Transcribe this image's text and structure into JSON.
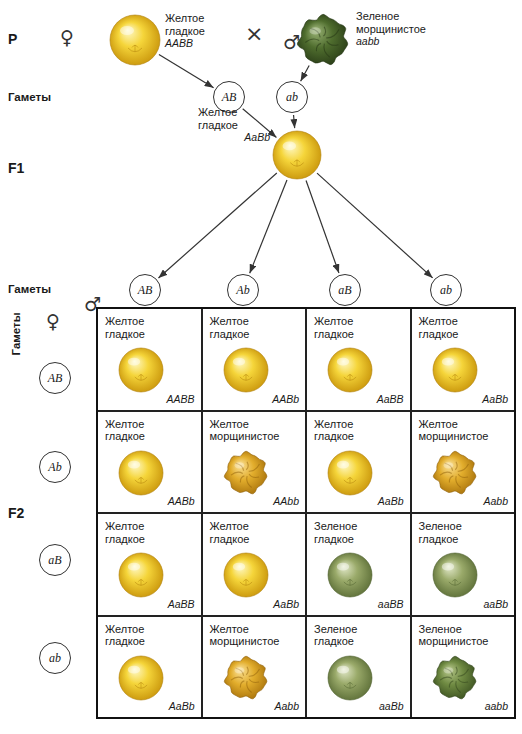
{
  "diagram": {
    "nodes": [
      {
        "text": [
          "Желтое гладкое",
          "AABB"
        ]
      },
      {
        "text": [
          "Зеленое морщинистое",
          "aabb"
        ]
      },
      {
        "text": [
          "AB"
        ]
      },
      {
        "text": [
          "ab"
        ]
      },
      {
        "text": [
          "Желтое гладкое",
          "AaBb"
        ]
      },
      {
        "text": [
          "AB"
        ]
      },
      {
        "text": [
          "Ab"
        ]
      },
      {
        "text": [
          "aB"
        ]
      },
      {
        "text": [
          "ab"
        ]
      },
      {
        "text": [
          "AB"
        ]
      },
      {
        "text": [
          "Желтое гладкое",
          "AABB"
        ]
      },
      {
        "text": [
          "Желтое гладкое",
          "AABb"
        ]
      },
      {
        "text": [
          "Желтое гладкое",
          "AaBB"
        ]
      },
      {
        "text": [
          "Желтое гладкое",
          "AaBb"
        ]
      },
      {
        "text": [
          "Ab"
        ]
      },
      {
        "text": [
          "Желтое гладкое",
          "AABb"
        ]
      },
      {
        "text": [
          "Желтое морщинистое",
          "AAbb"
        ]
      },
      {
        "text": [
          "Желтое гладкое",
          "AaBb"
        ]
      },
      {
        "text": [
          "Желтое морщинистое",
          "Aabb"
        ]
      },
      {
        "text": [
          "aB"
        ]
      },
      {
        "text": [
          "Желтое гладкое",
          "AaBB"
        ]
      },
      {
        "text": [
          "Желтое гладкое",
          "AaBb"
        ]
      },
      {
        "text": [
          "Зеленое гладкое",
          "aaBB"
        ]
      },
      {
        "text": [
          "Зеленое гладкое",
          "aaBb"
        ]
      },
      {
        "text": [
          "ab"
        ]
      },
      {
        "text": [
          "Желтое гладкое",
          "AaBb"
        ]
      },
      {
        "text": [
          "Желтое морщинистое",
          "Aabb"
        ]
      },
      {
        "text": [
          "Зеленое гладкое",
          "aaBb"
        ]
      },
      {
        "text": [
          "Зеленое морщинистое",
          "aabb"
        ]
      }
    ],
    "edges": [
      {
        "from": 0,
        "to": 2,
        "arrow": "to"
      },
      {
        "from": 1,
        "to": 3,
        "arrow": "to"
      },
      {
        "from": 2,
        "to": 4,
        "arrow": "to"
      },
      {
        "from": 3,
        "to": 4,
        "arrow": "to"
      },
      {
        "from": 4,
        "to": 5,
        "arrow": "to"
      },
      {
        "from": 4,
        "to": 6,
        "arrow": "to"
      },
      {
        "from": 4,
        "to": 7,
        "arrow": "to"
      },
      {
        "from": 4,
        "to": 8,
        "arrow": "to"
      }
    ],
    "labels": [
      "P",
      "♀",
      "×",
      "♂",
      "Гаметы",
      "F1",
      "Гаметы",
      "♂",
      "Гаметы",
      "♀",
      "F2"
    ]
  }
}
